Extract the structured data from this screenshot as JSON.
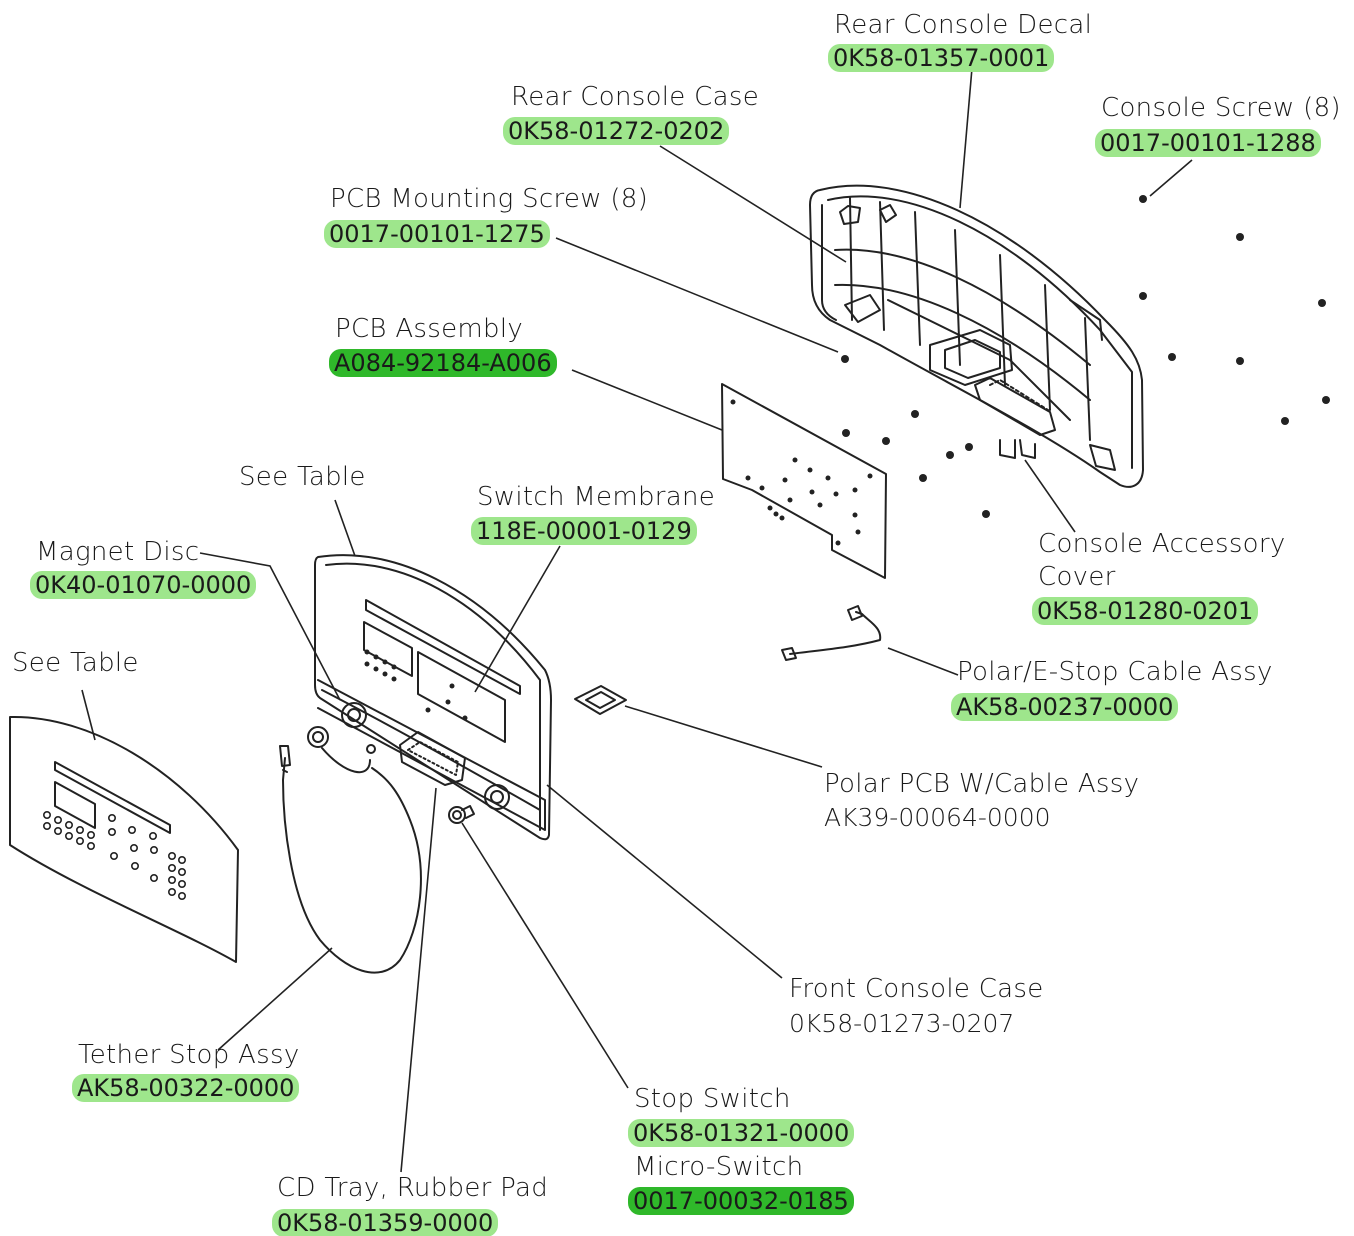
{
  "colors": {
    "highlight_light": "#9ee68c",
    "highlight_dark": "#2fb82a",
    "ink": "#1a1a1a"
  },
  "callouts": [
    {
      "id": "rear-console-decal",
      "name": "Rear Console Decal",
      "part": "0K58-01357-0001",
      "highlight": "light"
    },
    {
      "id": "rear-console-case",
      "name": "Rear Console Case",
      "part": "0K58-01272-0202",
      "highlight": "light"
    },
    {
      "id": "console-screw",
      "name": "Console Screw (8)",
      "part": "0017-00101-1288",
      "highlight": "light"
    },
    {
      "id": "pcb-mounting-screw",
      "name": "PCB Mounting Screw (8)",
      "part": "0017-00101-1275",
      "highlight": "light"
    },
    {
      "id": "pcb-assembly",
      "name": "PCB Assembly",
      "part": "A084-92184-A006",
      "highlight": "dark"
    },
    {
      "id": "switch-membrane",
      "name": "Switch Membrane",
      "part": "118E-00001-0129",
      "highlight": "light"
    },
    {
      "id": "see-table-front",
      "name": "See Table",
      "part": "",
      "highlight": "none"
    },
    {
      "id": "magnet-disc",
      "name": "Magnet Disc",
      "part": "0K40-01070-0000",
      "highlight": "light"
    },
    {
      "id": "see-table-overlay",
      "name": "See Table",
      "part": "",
      "highlight": "none"
    },
    {
      "id": "console-accessory-cover",
      "name": "Console Accessory",
      "name2": "Cover",
      "part": "0K58-01280-0201",
      "highlight": "light"
    },
    {
      "id": "polar-estop-cable",
      "name": "Polar/E-Stop Cable Assy",
      "part": "AK58-00237-0000",
      "highlight": "light"
    },
    {
      "id": "polar-pcb",
      "name": "Polar PCB W/Cable Assy",
      "part": "AK39-00064-0000",
      "highlight": "none"
    },
    {
      "id": "front-console-case",
      "name": "Front Console Case",
      "part": "0K58-01273-0207",
      "highlight": "none"
    },
    {
      "id": "tether-stop",
      "name": "Tether Stop Assy",
      "part": "AK58-00322-0000",
      "highlight": "light"
    },
    {
      "id": "stop-switch",
      "name": "Stop Switch",
      "part": "0K58-01321-0000",
      "highlight": "light"
    },
    {
      "id": "micro-switch",
      "name": "Micro-Switch",
      "part": "0017-00032-0185",
      "highlight": "dark"
    },
    {
      "id": "cd-tray",
      "name": "CD Tray, Rubber Pad",
      "part": "0K58-01359-0000",
      "highlight": "light"
    }
  ]
}
